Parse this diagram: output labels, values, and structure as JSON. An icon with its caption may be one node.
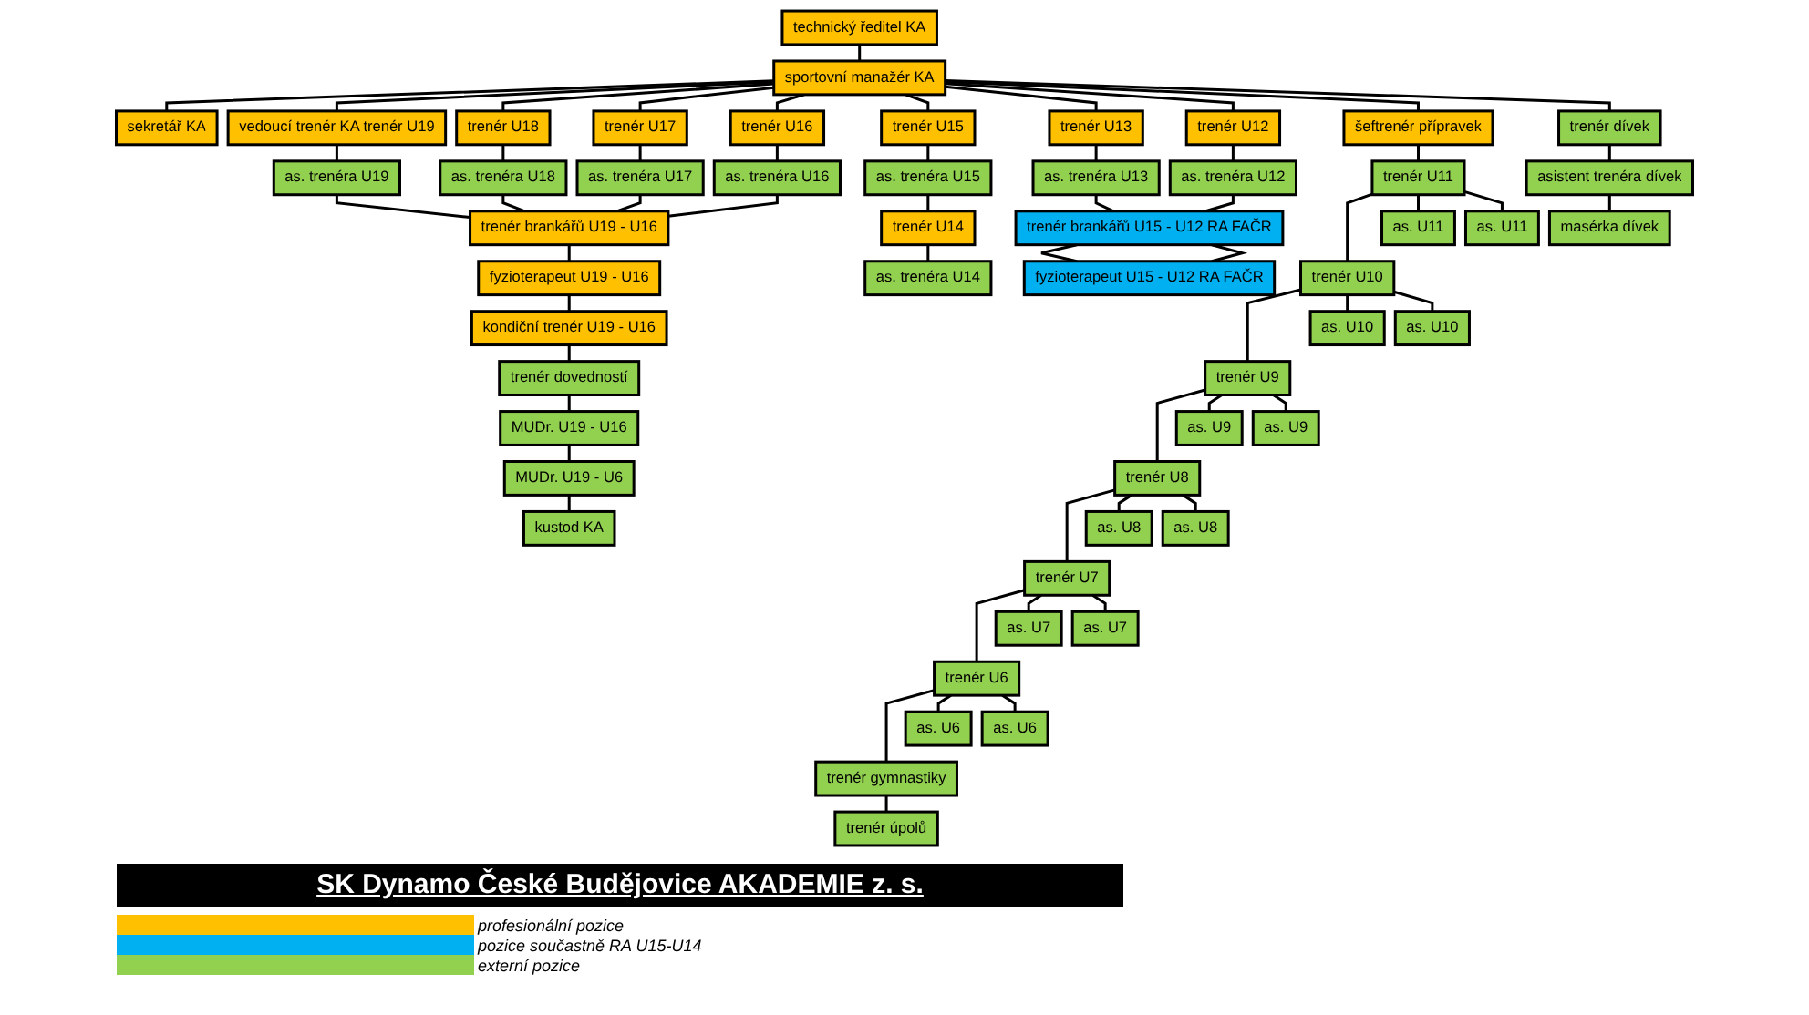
{
  "diagram": {
    "title": "SK Dynamo České Budějovice AKADEMIE z. s.",
    "nodes": [
      {
        "text": [
          "technický ředitel KA"
        ]
      },
      {
        "text": [
          "sportovní manažér KA"
        ]
      },
      {
        "text": [
          "sekretář KA"
        ]
      },
      {
        "text": [
          "vedoucí trenér KA trenér U19"
        ]
      },
      {
        "text": [
          "trenér U18"
        ]
      },
      {
        "text": [
          "trenér U17"
        ]
      },
      {
        "text": [
          "trenér U16"
        ]
      },
      {
        "text": [
          "trenér U15"
        ]
      },
      {
        "text": [
          "trenér U13"
        ]
      },
      {
        "text": [
          "trenér U12"
        ]
      },
      {
        "text": [
          "šeftrenér přípravek"
        ]
      },
      {
        "text": [
          "trenér dívek"
        ]
      },
      {
        "text": [
          "as. trenéra U19"
        ]
      },
      {
        "text": [
          "as. trenéra U18"
        ]
      },
      {
        "text": [
          "as. trenéra U17"
        ]
      },
      {
        "text": [
          "as. trenéra U16"
        ]
      },
      {
        "text": [
          "as. trenéra U15"
        ]
      },
      {
        "text": [
          "as. trenéra U13"
        ]
      },
      {
        "text": [
          "as. trenéra U12"
        ]
      },
      {
        "text": [
          "trenér U11"
        ]
      },
      {
        "text": [
          "as. U11"
        ]
      },
      {
        "text": [
          "as. U11"
        ]
      },
      {
        "text": [
          "asistent trenéra dívek"
        ]
      },
      {
        "text": [
          "trenér brankářů U19 - U16"
        ]
      },
      {
        "text": [
          "trenér U14"
        ]
      },
      {
        "text": [
          "trenér brankářů U15 - U12 RA FAČR"
        ]
      },
      {
        "text": [
          "trenér U10"
        ]
      },
      {
        "text": [
          "as. U10"
        ]
      },
      {
        "text": [
          "as. U10"
        ]
      },
      {
        "text": [
          "masérka dívek"
        ]
      },
      {
        "text": [
          "fyzioterapeut U19 - U16"
        ]
      },
      {
        "text": [
          "as. trenéra U14"
        ]
      },
      {
        "text": [
          "fyzioterapeut U15 - U12 RA FAČR"
        ]
      },
      {
        "text": [
          "trenér U9"
        ]
      },
      {
        "text": [
          "as. U9"
        ]
      },
      {
        "text": [
          "as. U9"
        ]
      },
      {
        "text": [
          "kondiční trenér U19 - U16"
        ]
      },
      {
        "text": [
          "trenér U8"
        ]
      },
      {
        "text": [
          "as. U8"
        ]
      },
      {
        "text": [
          "as. U8"
        ]
      },
      {
        "text": [
          "trenér dovedností"
        ]
      },
      {
        "text": [
          "MUDr. U19 - U16"
        ]
      },
      {
        "text": [
          "trenér U7"
        ]
      },
      {
        "text": [
          "as. U7"
        ]
      },
      {
        "text": [
          "as. U7"
        ]
      },
      {
        "text": [
          "MUDr. U19 - U6"
        ]
      },
      {
        "text": [
          "trenér U6"
        ]
      },
      {
        "text": [
          "as. U6"
        ]
      },
      {
        "text": [
          "as. U6"
        ]
      },
      {
        "text": [
          "kustod KA"
        ]
      },
      {
        "text": [
          "trenér gymnastiky"
        ]
      },
      {
        "text": [
          "trenér úpolů"
        ]
      }
    ],
    "edges": [
      {
        "from": 0,
        "to": 1,
        "arrow": "none"
      },
      {
        "from": 1,
        "to": 2,
        "arrow": "none"
      },
      {
        "from": 1,
        "to": 3,
        "arrow": "none"
      },
      {
        "from": 1,
        "to": 4,
        "arrow": "none"
      },
      {
        "from": 1,
        "to": 5,
        "arrow": "none"
      },
      {
        "from": 1,
        "to": 6,
        "arrow": "none"
      },
      {
        "from": 1,
        "to": 7,
        "arrow": "none"
      },
      {
        "from": 1,
        "to": 8,
        "arrow": "none"
      },
      {
        "from": 1,
        "to": 9,
        "arrow": "none"
      },
      {
        "from": 1,
        "to": 10,
        "arrow": "none"
      },
      {
        "from": 1,
        "to": 11,
        "arrow": "none"
      },
      {
        "from": 3,
        "to": 12,
        "arrow": "none"
      },
      {
        "from": 4,
        "to": 13,
        "arrow": "none"
      },
      {
        "from": 5,
        "to": 14,
        "arrow": "none"
      },
      {
        "from": 6,
        "to": 15,
        "arrow": "none"
      },
      {
        "from": 7,
        "to": 16,
        "arrow": "none"
      },
      {
        "from": 8,
        "to": 17,
        "arrow": "none"
      },
      {
        "from": 9,
        "to": 18,
        "arrow": "none"
      },
      {
        "from": 12,
        "to": 23,
        "arrow": "none"
      },
      {
        "from": 13,
        "to": 23,
        "arrow": "none"
      },
      {
        "from": 14,
        "to": 23,
        "arrow": "none"
      },
      {
        "from": 15,
        "to": 23,
        "arrow": "none"
      },
      {
        "from": 23,
        "to": 30,
        "arrow": "none"
      },
      {
        "from": 30,
        "to": 36,
        "arrow": "none"
      },
      {
        "from": 36,
        "to": 40,
        "arrow": "none"
      },
      {
        "from": 40,
        "to": 41,
        "arrow": "none"
      },
      {
        "from": 41,
        "to": 45,
        "arrow": "none"
      },
      {
        "from": 45,
        "to": 49,
        "arrow": "none"
      },
      {
        "from": 16,
        "to": 24,
        "arrow": "none"
      },
      {
        "from": 24,
        "to": 31,
        "arrow": "none"
      },
      {
        "from": 17,
        "to": 25,
        "arrow": "none"
      },
      {
        "from": 18,
        "to": 25,
        "arrow": "none"
      },
      {
        "from": 25,
        "to": 32,
        "arrow": "none"
      },
      {
        "from": 25,
        "to": 32,
        "arrow": "none"
      },
      {
        "from": 10,
        "to": 19,
        "arrow": "none"
      },
      {
        "from": 19,
        "to": 26,
        "arrow": "none"
      },
      {
        "from": 26,
        "to": 33,
        "arrow": "none"
      },
      {
        "from": 33,
        "to": 37,
        "arrow": "none"
      },
      {
        "from": 37,
        "to": 42,
        "arrow": "none"
      },
      {
        "from": 42,
        "to": 46,
        "arrow": "none"
      },
      {
        "from": 46,
        "to": 50,
        "arrow": "none"
      },
      {
        "from": 50,
        "to": 51,
        "arrow": "none"
      },
      {
        "from": 19,
        "to": 20,
        "arrow": "none"
      },
      {
        "from": 19,
        "to": 21,
        "arrow": "none"
      },
      {
        "from": 26,
        "to": 27,
        "arrow": "none"
      },
      {
        "from": 26,
        "to": 28,
        "arrow": "none"
      },
      {
        "from": 33,
        "to": 34,
        "arrow": "none"
      },
      {
        "from": 33,
        "to": 35,
        "arrow": "none"
      },
      {
        "from": 37,
        "to": 38,
        "arrow": "none"
      },
      {
        "from": 37,
        "to": 39,
        "arrow": "none"
      },
      {
        "from": 42,
        "to": 43,
        "arrow": "none"
      },
      {
        "from": 42,
        "to": 44,
        "arrow": "none"
      },
      {
        "from": 46,
        "to": 47,
        "arrow": "none"
      },
      {
        "from": 46,
        "to": 48,
        "arrow": "none"
      },
      {
        "from": 11,
        "to": 22,
        "arrow": "none"
      },
      {
        "from": 22,
        "to": 29,
        "arrow": "none"
      }
    ],
    "legend": [
      {
        "text": "profesionální pozice",
        "color": "#ffc000"
      },
      {
        "text": "pozice součastně RA U15-U14",
        "color": "#00b0f0"
      },
      {
        "text": "externí pozice",
        "color": "#92d050"
      }
    ]
  }
}
